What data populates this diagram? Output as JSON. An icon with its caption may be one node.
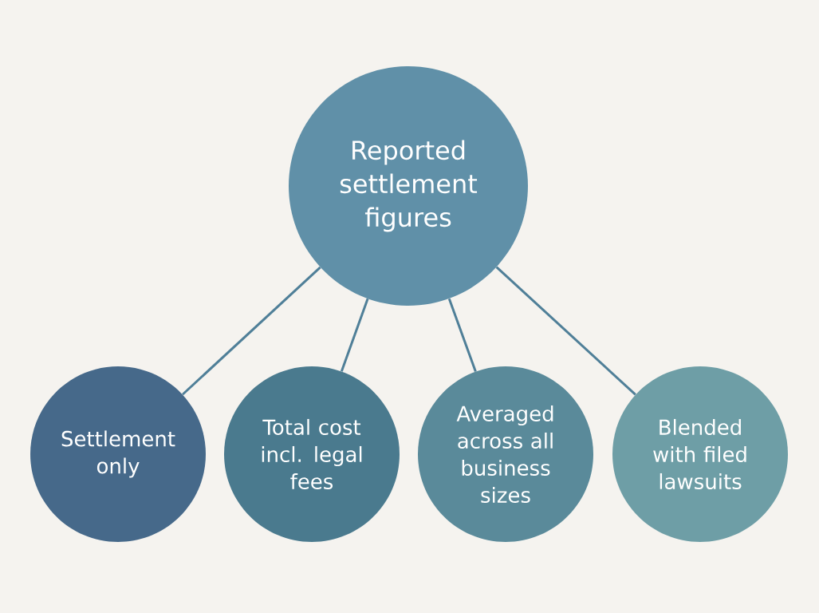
{
  "diagram": {
    "nodes": [
      {
        "text": [
          "Reported settlement figures"
        ]
      },
      {
        "text": [
          "Settlement only"
        ]
      },
      {
        "text": [
          "Total cost incl. legal fees"
        ]
      },
      {
        "text": [
          "Averaged across all business sizes"
        ]
      },
      {
        "text": [
          "Blended with filed lawsuits"
        ]
      }
    ],
    "edges": [
      {
        "from": 0,
        "to": 1,
        "arrow": "none"
      },
      {
        "from": 0,
        "to": 2,
        "arrow": "none"
      },
      {
        "from": 0,
        "to": 3,
        "arrow": "none"
      },
      {
        "from": 0,
        "to": 4,
        "arrow": "none"
      }
    ]
  }
}
